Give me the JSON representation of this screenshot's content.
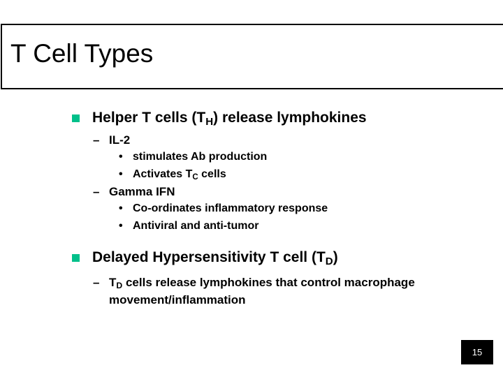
{
  "slide": {
    "title": "T Cell Types",
    "page_number": "15",
    "bullet_color": "#00C08A",
    "background_color": "#FFFFFF",
    "text_color": "#000000"
  },
  "content": {
    "bullet1": {
      "level": 1,
      "text_before_sub": "Helper T cells (T",
      "subscript": "H",
      "text_after_sub": ") release lymphokines",
      "full_text": "Helper T cells (TH) release lymphokines"
    },
    "sub1": {
      "level": 2,
      "marker": "–",
      "text": "IL-2"
    },
    "sub1_items": [
      {
        "level": 3,
        "marker": "•",
        "text_before_sub": "stimulates Ab  production",
        "subscript": "",
        "text_after_sub": "",
        "full_text": "stimulates Ab  production"
      },
      {
        "level": 3,
        "marker": "•",
        "text_before_sub": "Activates T",
        "subscript": "C",
        "text_after_sub": " cells",
        "full_text": "Activates TC cells"
      }
    ],
    "sub2": {
      "level": 2,
      "marker": "–",
      "text": "Gamma IFN"
    },
    "sub2_items": [
      {
        "level": 3,
        "marker": "•",
        "text_before_sub": "Co-ordinates inflammatory response",
        "subscript": "",
        "text_after_sub": "",
        "full_text": "Co-ordinates inflammatory response"
      },
      {
        "level": 3,
        "marker": "•",
        "text_before_sub": "Antiviral and anti-tumor",
        "subscript": "",
        "text_after_sub": "",
        "full_text": "Antiviral and anti-tumor"
      }
    ],
    "bullet2": {
      "level": 1,
      "text_before_sub": "Delayed Hypersensitivity T cell (T",
      "subscript": "D",
      "text_after_sub": ")",
      "full_text": "Delayed Hypersensitivity T cell (TD)"
    },
    "sub3": {
      "level": 2,
      "marker": "–",
      "text_before_sub": "T",
      "subscript": "D",
      "text_after_sub": " cells release lymphokines that control macrophage movement/inflammation",
      "full_text": "TD cells release lymphokines that control macrophage movement/inflammation"
    }
  }
}
